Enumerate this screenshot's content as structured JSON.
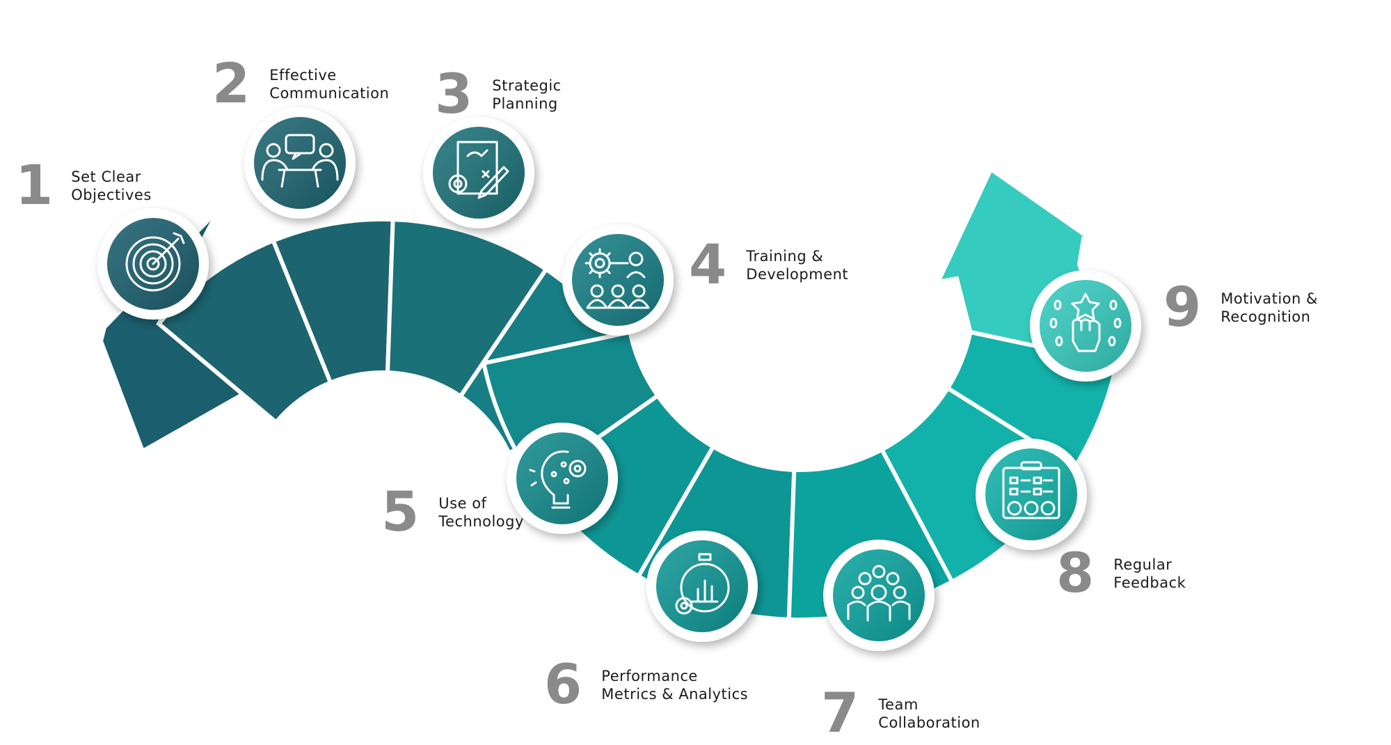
{
  "steps": [
    {
      "number": "1",
      "line1": "Set Clear",
      "line2": "Objectives",
      "icon": "target-icon",
      "color": "#1b5e6e"
    },
    {
      "number": "2",
      "line1": "Effective",
      "line2": "Communication",
      "icon": "meeting-chat-icon",
      "color": "#1c6470"
    },
    {
      "number": "3",
      "line1": "Strategic",
      "line2": "Planning",
      "icon": "strategy-plan-icon",
      "color": "#1b7178"
    },
    {
      "number": "4",
      "line1": "Training &",
      "line2": "Development",
      "icon": "training-gear-icon",
      "color": "#167e84"
    },
    {
      "number": "5",
      "line1": "Use of",
      "line2": "Technology",
      "icon": "idea-bulb-icon",
      "color": "#138a8c"
    },
    {
      "number": "6",
      "line1": "Performance",
      "line2": "Metrics & Analytics",
      "icon": "stopwatch-chart-icon",
      "color": "#0e9695"
    },
    {
      "number": "7",
      "line1": "Team",
      "line2": "Collaboration",
      "icon": "team-people-icon",
      "color": "#0ca39f"
    },
    {
      "number": "8",
      "line1": "Regular",
      "line2": "Feedback",
      "icon": "feedback-clipboard-icon",
      "color": "#12b2aa"
    },
    {
      "number": "9",
      "line1": "Motivation &",
      "line2": "Recognition",
      "icon": "fist-star-icon",
      "color": "#36cbbf"
    }
  ]
}
